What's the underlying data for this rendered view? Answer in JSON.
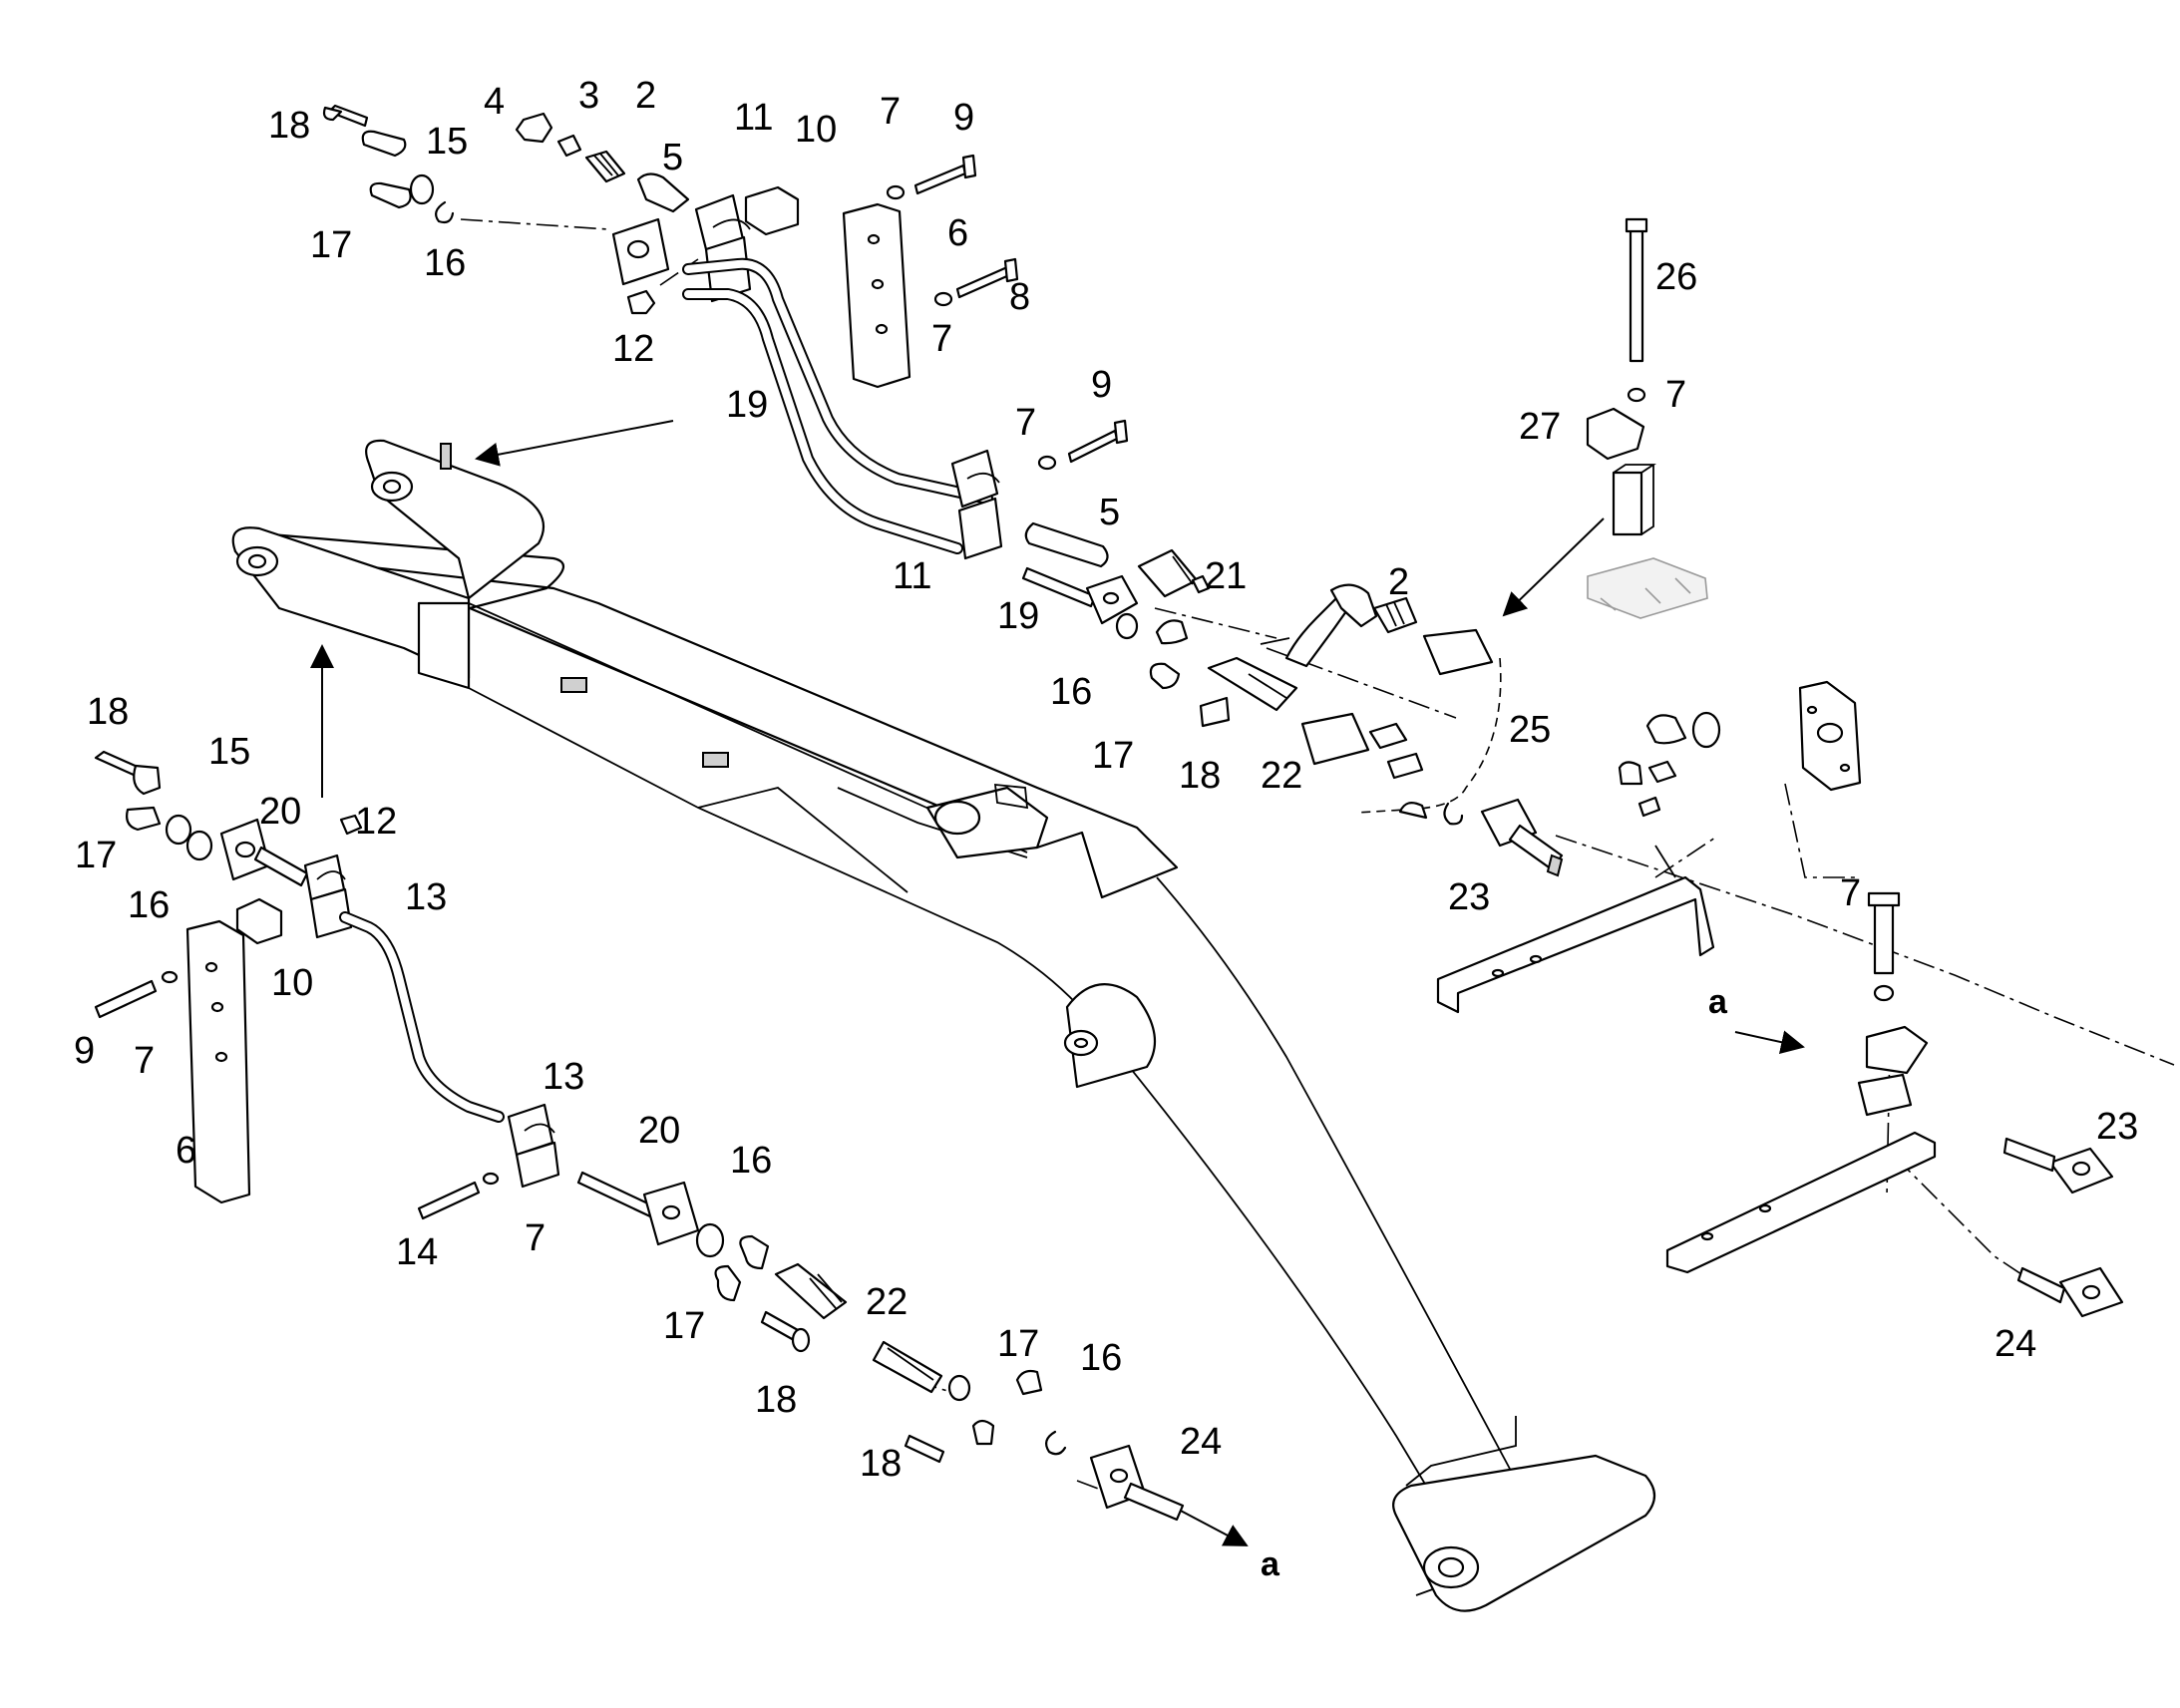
{
  "callouts": [
    {
      "id": "c-18-tl",
      "text": "18"
    },
    {
      "id": "c-4",
      "text": "4"
    },
    {
      "id": "c-3",
      "text": "3"
    },
    {
      "id": "c-2-top",
      "text": "2"
    },
    {
      "id": "c-11-top",
      "text": "11"
    },
    {
      "id": "c-10-top",
      "text": "10"
    },
    {
      "id": "c-7-top",
      "text": "7"
    },
    {
      "id": "c-9-top",
      "text": "9"
    },
    {
      "id": "c-15-top",
      "text": "15"
    },
    {
      "id": "c-5-top",
      "text": "5"
    },
    {
      "id": "c-17-tl",
      "text": "17"
    },
    {
      "id": "c-16-tl",
      "text": "16"
    },
    {
      "id": "c-6-top",
      "text": "6"
    },
    {
      "id": "c-8",
      "text": "8"
    },
    {
      "id": "c-12-top",
      "text": "12"
    },
    {
      "id": "c-7-top2",
      "text": "7"
    },
    {
      "id": "c-26",
      "text": "26"
    },
    {
      "id": "c-19-top",
      "text": "19"
    },
    {
      "id": "c-9-mid",
      "text": "9"
    },
    {
      "id": "c-7-mid",
      "text": "7"
    },
    {
      "id": "c-7-right",
      "text": "7"
    },
    {
      "id": "c-27",
      "text": "27"
    },
    {
      "id": "c-5-mid",
      "text": "5"
    },
    {
      "id": "c-11-mid",
      "text": "11"
    },
    {
      "id": "c-21",
      "text": "21"
    },
    {
      "id": "c-2-mid",
      "text": "2"
    },
    {
      "id": "c-19-mid",
      "text": "19"
    },
    {
      "id": "c-16-mid",
      "text": "16"
    },
    {
      "id": "c-25",
      "text": "25"
    },
    {
      "id": "c-17-mid",
      "text": "17"
    },
    {
      "id": "c-18-mid",
      "text": "18"
    },
    {
      "id": "c-22-mid",
      "text": "22"
    },
    {
      "id": "c-18-left",
      "text": "18"
    },
    {
      "id": "c-15-left",
      "text": "15"
    },
    {
      "id": "c-20-left",
      "text": "20"
    },
    {
      "id": "c-12-left",
      "text": "12"
    },
    {
      "id": "c-17-left",
      "text": "17"
    },
    {
      "id": "c-16-left",
      "text": "16"
    },
    {
      "id": "c-13-left",
      "text": "13"
    },
    {
      "id": "c-23-mid",
      "text": "23"
    },
    {
      "id": "c-10-left",
      "text": "10"
    },
    {
      "id": "c-7-right2",
      "text": "7"
    },
    {
      "id": "c-9-left",
      "text": "9"
    },
    {
      "id": "c-7-left",
      "text": "7"
    },
    {
      "id": "c-a-right",
      "text": "a"
    },
    {
      "id": "c-13-low",
      "text": "13"
    },
    {
      "id": "c-20-low",
      "text": "20"
    },
    {
      "id": "c-6-left",
      "text": "6"
    },
    {
      "id": "c-16-low",
      "text": "16"
    },
    {
      "id": "c-23-right",
      "text": "23"
    },
    {
      "id": "c-14",
      "text": "14"
    },
    {
      "id": "c-7-low",
      "text": "7"
    },
    {
      "id": "c-22-low",
      "text": "22"
    },
    {
      "id": "c-17-low",
      "text": "17"
    },
    {
      "id": "c-17-low2",
      "text": "17"
    },
    {
      "id": "c-16-low2",
      "text": "16"
    },
    {
      "id": "c-24-right",
      "text": "24"
    },
    {
      "id": "c-18-low",
      "text": "18"
    },
    {
      "id": "c-24-low",
      "text": "24"
    },
    {
      "id": "c-18-low2",
      "text": "18"
    },
    {
      "id": "c-a-low",
      "text": "a"
    }
  ]
}
